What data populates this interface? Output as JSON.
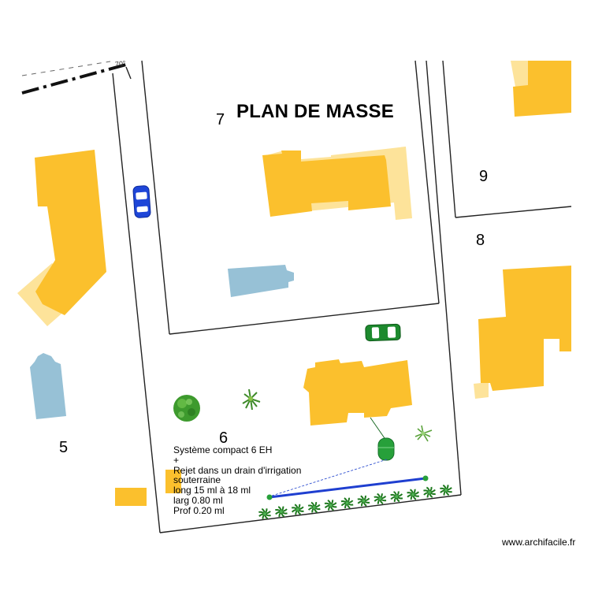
{
  "plan": {
    "title": "PLAN DE MASSE",
    "boundary_marker": "70°",
    "lots": [
      "7",
      "9",
      "8",
      "6",
      "5"
    ],
    "note_lines": [
      "Système compact 6 EH",
      "+",
      "Rejet dans un drain d'irrigation",
      "souterraine",
      "long 15 ml à 18 ml",
      "larg 0.80 ml",
      "Prof 0.20 ml"
    ],
    "watermark": "www.archifacile.fr"
  },
  "colors": {
    "building": "#fbc02d",
    "building_light": "#fde39a",
    "pool": "#97c1d6",
    "drain": "#1f3fd0",
    "tank": "#27a03a",
    "car_blue": "#1e46d8",
    "car_green": "#1d8a2e",
    "lot_line": "#222222"
  }
}
